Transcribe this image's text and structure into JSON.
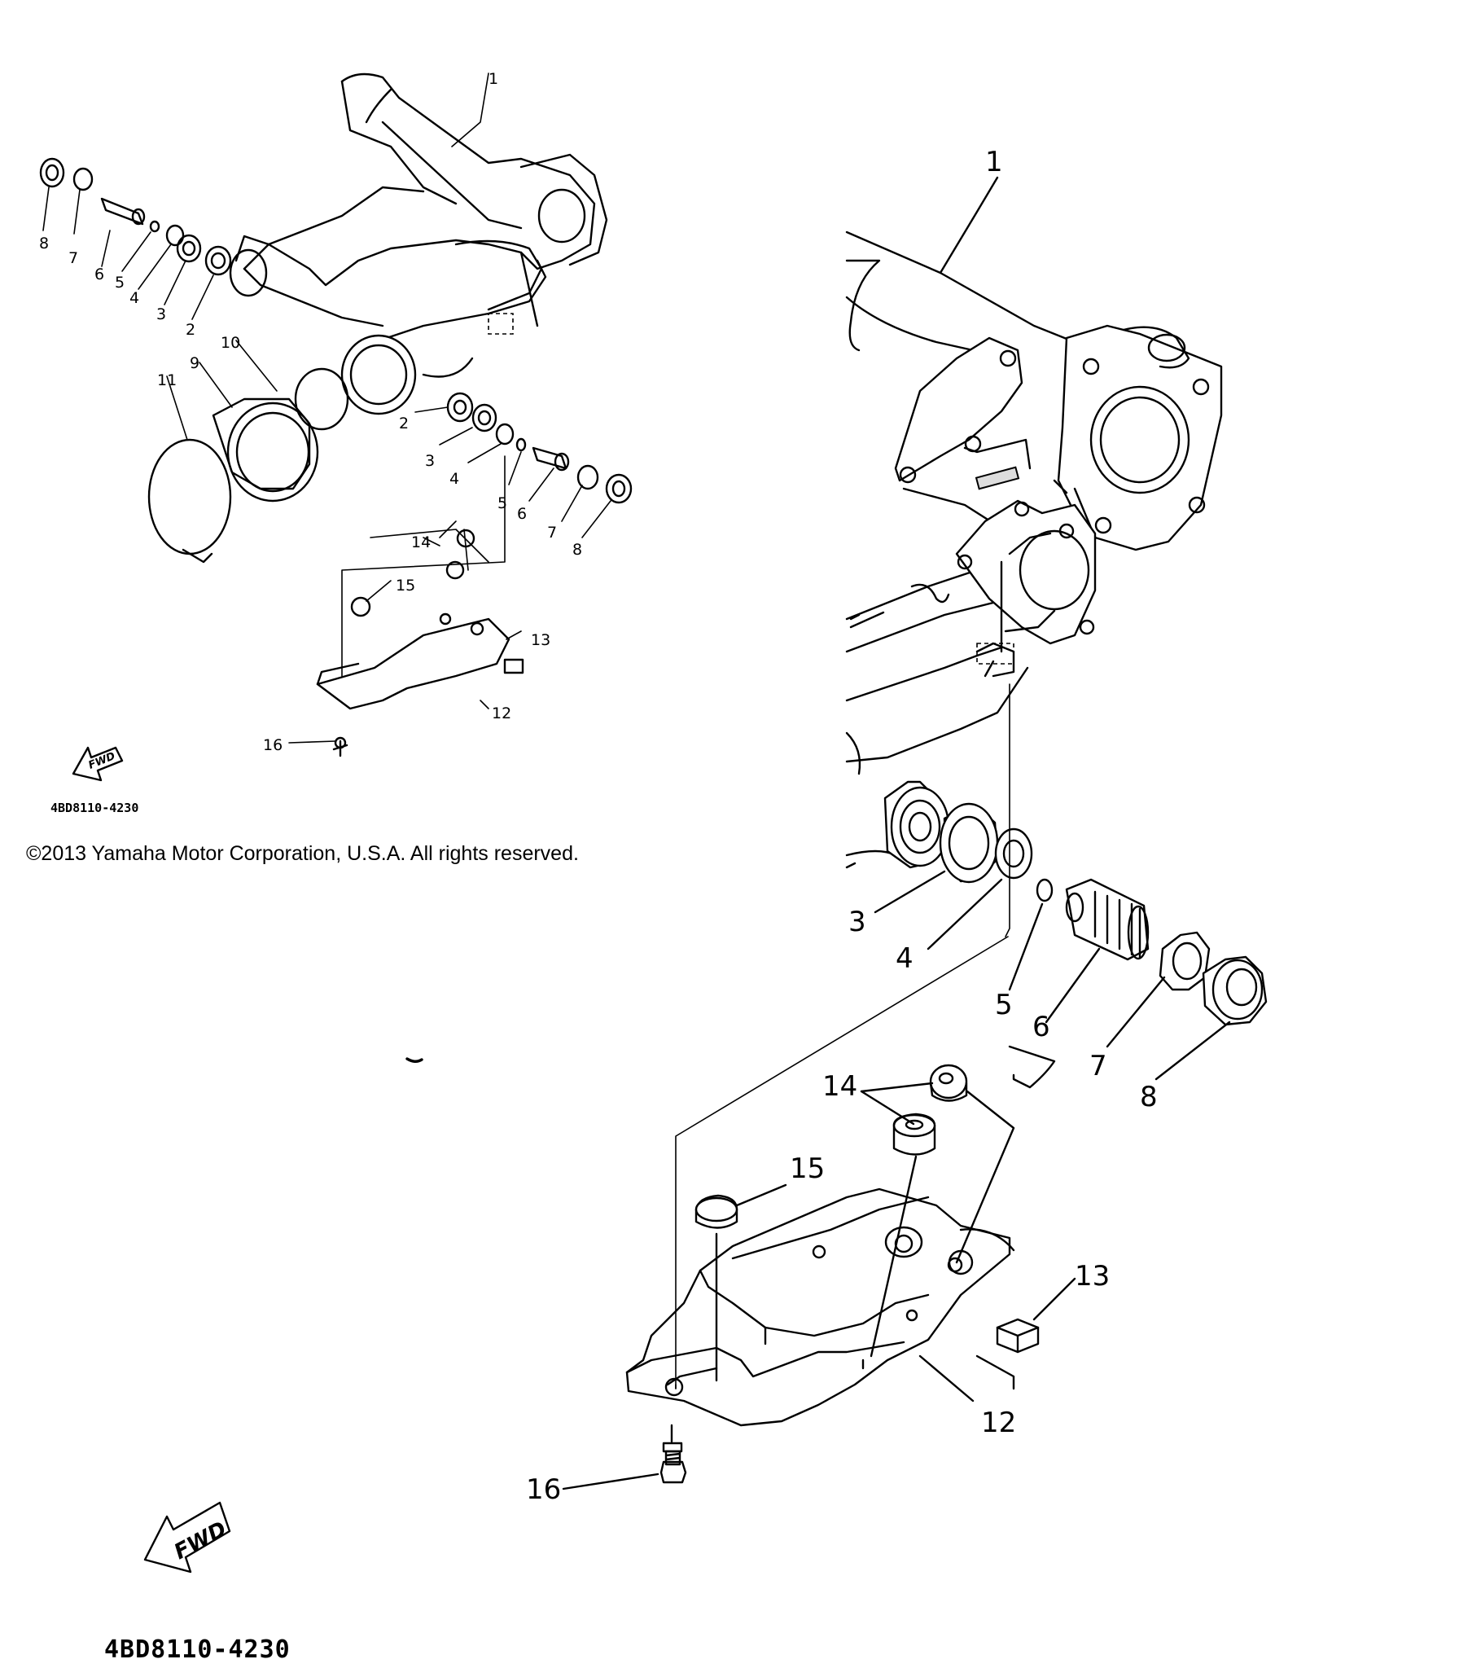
{
  "copyright": "©2013 Yamaha Motor Corporation, U.S.A. All rights reserved.",
  "diagram_code": "4BD8110-4230",
  "forward_marker": "FWD",
  "overview": {
    "callouts": {
      "c1": "1",
      "c2a": "2",
      "c2b": "2",
      "c3a": "3",
      "c3b": "3",
      "c4a": "4",
      "c4b": "4",
      "c5a": "5",
      "c5b": "5",
      "c6a": "6",
      "c6b": "6",
      "c7a": "7",
      "c7b": "7",
      "c8a": "8",
      "c8b": "8",
      "c9": "9",
      "c10": "10",
      "c11": "11",
      "c12": "12",
      "c13": "13",
      "c14": "14",
      "c15": "15",
      "c16": "16"
    }
  },
  "detail": {
    "callouts": {
      "c1": "1",
      "c3": "3",
      "c4": "4",
      "c5": "5",
      "c6": "6",
      "c7": "7",
      "c8": "8",
      "c12": "12",
      "c13": "13",
      "c14": "14",
      "c15": "15",
      "c16": "16"
    }
  }
}
